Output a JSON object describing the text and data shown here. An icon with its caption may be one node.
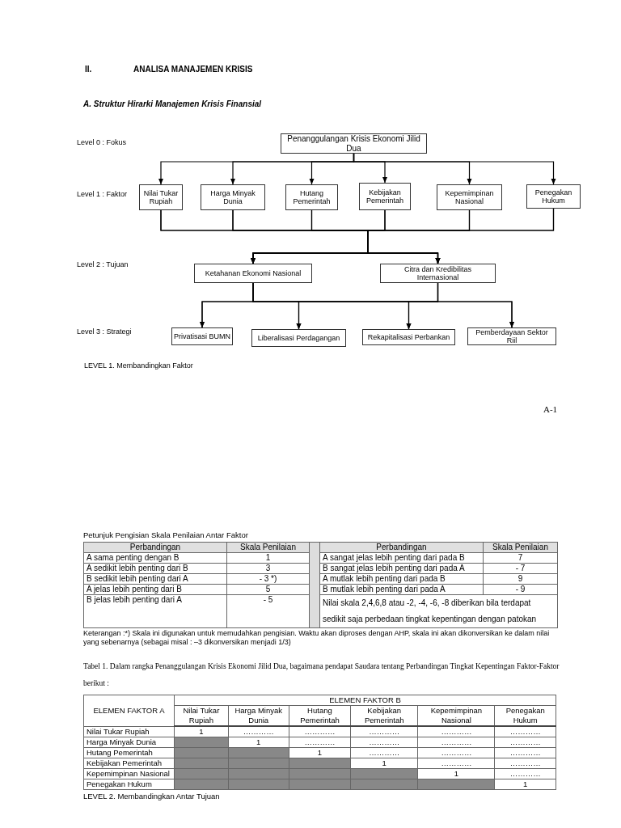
{
  "diagram": {
    "title": "ANALISA MANAJEMEN KRISIS",
    "nodes": [
      {
        "text": [
          "Penanggulangan Krisis Ekonomi Jilid Dua"
        ]
      },
      {
        "text": [
          "Nilai Tukar Rupiah"
        ]
      },
      {
        "text": [
          "Harga Minyak Dunia"
        ]
      },
      {
        "text": [
          "Hutang Pemerintah"
        ]
      },
      {
        "text": [
          "Kebijakan Pemerintah"
        ]
      },
      {
        "text": [
          "Kepemimpinan Nasional"
        ]
      },
      {
        "text": [
          "Penegakan Hukum"
        ]
      },
      {
        "text": [
          "Ketahanan Ekonomi Nasional"
        ]
      },
      {
        "text": [
          "Citra dan Kredibilitas Internasional"
        ]
      },
      {
        "text": [
          "Privatisasi BUMN"
        ]
      },
      {
        "text": [
          "Liberalisasi Perdagangan"
        ]
      },
      {
        "text": [
          "Rekapitalisasi Perbankan"
        ]
      },
      {
        "text": [
          "Pemberdayaan Sektor Riil"
        ]
      }
    ],
    "edges": [
      {
        "from": 0,
        "to": 1,
        "arrow": "to"
      },
      {
        "from": 0,
        "to": 2,
        "arrow": "to"
      },
      {
        "from": 0,
        "to": 3,
        "arrow": "to"
      },
      {
        "from": 0,
        "to": 4,
        "arrow": "to"
      },
      {
        "from": 0,
        "to": 5,
        "arrow": "to"
      },
      {
        "from": 0,
        "to": 6,
        "arrow": "to"
      },
      {
        "from": 1,
        "to": 7,
        "arrow": "to"
      },
      {
        "from": 1,
        "to": 8,
        "arrow": "to"
      },
      {
        "from": 2,
        "to": 7,
        "arrow": "to"
      },
      {
        "from": 2,
        "to": 8,
        "arrow": "to"
      },
      {
        "from": 3,
        "to": 7,
        "arrow": "to"
      },
      {
        "from": 3,
        "to": 8,
        "arrow": "to"
      },
      {
        "from": 4,
        "to": 7,
        "arrow": "to"
      },
      {
        "from": 4,
        "to": 8,
        "arrow": "to"
      },
      {
        "from": 5,
        "to": 7,
        "arrow": "to"
      },
      {
        "from": 5,
        "to": 8,
        "arrow": "to"
      },
      {
        "from": 6,
        "to": 7,
        "arrow": "to"
      },
      {
        "from": 6,
        "to": 8,
        "arrow": "to"
      },
      {
        "from": 7,
        "to": 9,
        "arrow": "to"
      },
      {
        "from": 7,
        "to": 10,
        "arrow": "to"
      },
      {
        "from": 7,
        "to": 11,
        "arrow": "to"
      },
      {
        "from": 7,
        "to": 12,
        "arrow": "to"
      },
      {
        "from": 8,
        "to": 9,
        "arrow": "to"
      },
      {
        "from": 8,
        "to": 10,
        "arrow": "to"
      },
      {
        "from": 8,
        "to": 11,
        "arrow": "to"
      },
      {
        "from": 8,
        "to": 12,
        "arrow": "to"
      }
    ],
    "labels": [
      "II.",
      "A. Struktur Hirarki Manajemen Krisis Finansial",
      "Level 0 : Fokus",
      "Level 1 : Faktor",
      "Level 2 : Tujuan",
      "Level 3 : Strategi",
      "LEVEL 1. Membandingkan Faktor",
      "A-1",
      "Petunjuk Pengisian Skala Penilaian Antar Faktor",
      "Perbandingan",
      "Skala Penilaian",
      "Perbandingan",
      "Skala Penilaian",
      "A sama penting dengan B",
      "1",
      "A sangat jelas lebih penting dari pada B",
      "7",
      "A sedikit lebih penting dari B",
      "3",
      "B sangat jelas lebih penting dari pada A",
      "- 7",
      "B sedikit lebih penting dari A",
      "- 3 *)",
      "A mutlak lebih penting dari pada B",
      "9",
      "A jelas lebih penting dari B",
      "5",
      "B mutlak lebih penting dari pada A",
      "- 9",
      "B jelas lebih penting dari A",
      "- 5",
      "Nilai skala 2,4,6,8 atau -2, -4, -6, -8 diberikan bila terdapat sedikit saja perbedaan tingkat kepentingan dengan patokan",
      "Keterangan :*) Skala ini digunakan untuk memudahkan pengisian. Waktu akan diproses dengan AHP, skala ini akan dikonversikan ke dalam nilai yang sebenarnya (sebagai misal : –3 dikonversikan menjadi 1/3)",
      "Tabel 1. Dalam rangka Penanggulangan Krisis Ekonomi Jilid Dua, bagaimana pendapat Saudara tentang Perbandingan Tingkat Kepentingan Faktor-Faktor berikut :",
      "ELEMEN FAKTOR A",
      "ELEMEN FAKTOR B",
      "Nilai Tukar Rupiah",
      "Harga Minyak Dunia",
      "Hutang Pemerintah",
      "Kebijakan Pemerintah",
      "Kepemimpinan Nasional",
      "Penegakan Hukum",
      "Nilai Tukar Rupiah",
      "1",
      "…………",
      "…………",
      "…………",
      "…………",
      "…………",
      "Harga Minyak Dunia",
      "1",
      "…………",
      "…………",
      "…………",
      "…………",
      "Hutang Pemerintah",
      "1",
      "…………",
      "…………",
      "…………",
      "Kebijakan Pemerintah",
      "1",
      "…………",
      "…………",
      "Kepemimpinan Nasional",
      "1",
      "…………",
      "Penegakan Hukum",
      "1",
      "LEVEL 2. Membandingkan Antar Tujuan"
    ]
  }
}
